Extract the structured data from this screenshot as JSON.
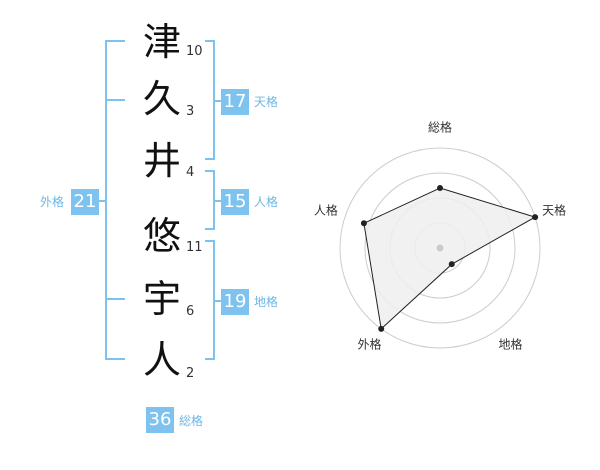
{
  "name_chars": [
    {
      "char": "津",
      "strokes": "10"
    },
    {
      "char": "久",
      "strokes": "3"
    },
    {
      "char": "井",
      "strokes": "4"
    },
    {
      "char": "悠",
      "strokes": "11"
    },
    {
      "char": "宇",
      "strokes": "6"
    },
    {
      "char": "人",
      "strokes": "2"
    }
  ],
  "fortunes": {
    "tenkaku": {
      "label": "天格",
      "value": "17"
    },
    "jinkaku": {
      "label": "人格",
      "value": "15"
    },
    "chikaku": {
      "label": "地格",
      "value": "19"
    },
    "gaikaku": {
      "label": "外格",
      "value": "21"
    },
    "soukaku": {
      "label": "総格",
      "value": "36"
    }
  },
  "chart_data": {
    "type": "radar",
    "axes": [
      "総格",
      "天格",
      "地格",
      "外格",
      "人格"
    ],
    "values": [
      0.6,
      1.0,
      0.2,
      1.0,
      0.8
    ],
    "range": [
      0,
      1
    ],
    "rings": 4,
    "colors": {
      "fill": "#eeeeee",
      "line": "#222222",
      "grid": "#cccccc",
      "point": "#222222"
    }
  }
}
